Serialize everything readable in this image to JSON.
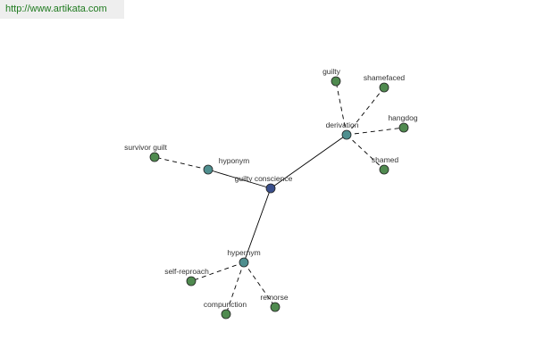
{
  "source_link": {
    "text": "http://www.artikata.com"
  },
  "graph": {
    "colors": {
      "root": "#3a4f8c",
      "relation": "#4f8f8f",
      "word": "#4f8a4f",
      "edge": "#000000"
    },
    "nodes": {
      "root": {
        "label": "guilty conscience",
        "kind": "root"
      },
      "hyponym": {
        "label": "hyponym",
        "kind": "relation"
      },
      "derivation": {
        "label": "derivation",
        "kind": "relation"
      },
      "hypernym": {
        "label": "hypernym",
        "kind": "relation"
      },
      "survivor_guilt": {
        "label": "survivor guilt",
        "kind": "word"
      },
      "guilty": {
        "label": "guilty",
        "kind": "word"
      },
      "shamefaced": {
        "label": "shamefaced",
        "kind": "word"
      },
      "hangdog": {
        "label": "hangdog",
        "kind": "word"
      },
      "shamed": {
        "label": "shamed",
        "kind": "word"
      },
      "self_reproach": {
        "label": "self-reproach",
        "kind": "word"
      },
      "compunction": {
        "label": "compunction",
        "kind": "word"
      },
      "remorse": {
        "label": "remorse",
        "kind": "word"
      }
    },
    "edges": [
      {
        "from": "root",
        "to": "hyponym",
        "style": "solid"
      },
      {
        "from": "root",
        "to": "derivation",
        "style": "solid"
      },
      {
        "from": "root",
        "to": "hypernym",
        "style": "solid"
      },
      {
        "from": "hyponym",
        "to": "survivor_guilt",
        "style": "dashed"
      },
      {
        "from": "derivation",
        "to": "guilty",
        "style": "dashed"
      },
      {
        "from": "derivation",
        "to": "shamefaced",
        "style": "dashed"
      },
      {
        "from": "derivation",
        "to": "hangdog",
        "style": "dashed"
      },
      {
        "from": "derivation",
        "to": "shamed",
        "style": "dashed"
      },
      {
        "from": "hypernym",
        "to": "self_reproach",
        "style": "dashed"
      },
      {
        "from": "hypernym",
        "to": "compunction",
        "style": "dashed"
      },
      {
        "from": "hypernym",
        "to": "remorse",
        "style": "dashed"
      }
    ]
  }
}
